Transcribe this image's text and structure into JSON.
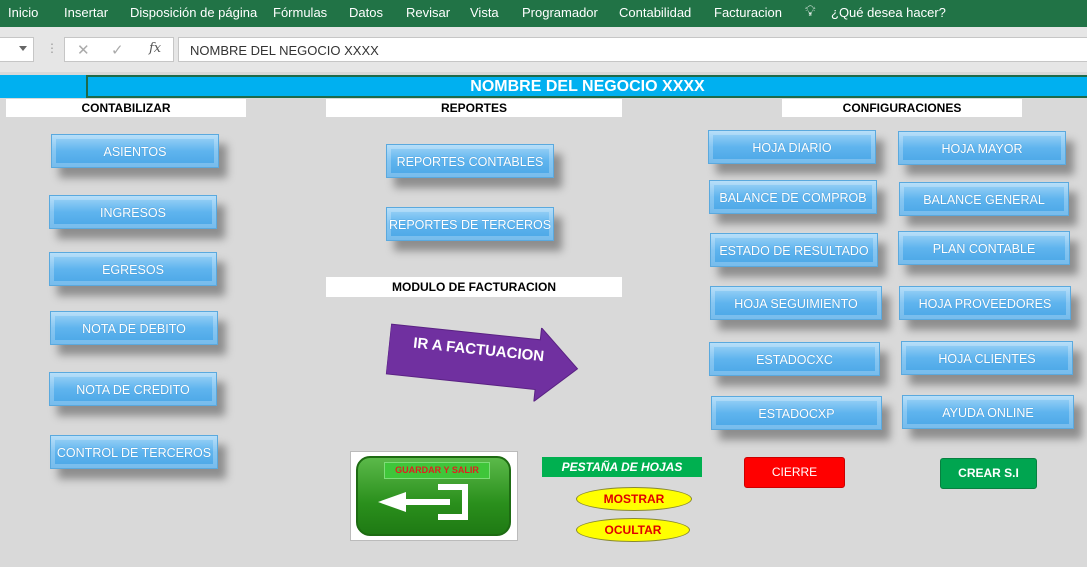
{
  "ribbon": {
    "tabs": [
      "Inicio",
      "Insertar",
      "Disposición de página",
      "Fórmulas",
      "Datos",
      "Revisar",
      "Vista",
      "Programador",
      "Contabilidad",
      "Facturacion"
    ],
    "tell_me": "¿Qué desea hacer?"
  },
  "formula_bar": {
    "cancel": "✕",
    "enter": "✓",
    "fx": "fx",
    "value": "NOMBRE DEL NEGOCIO XXXX"
  },
  "title": "NOMBRE DEL NEGOCIO XXXX",
  "sections": {
    "contabilizar": "CONTABILIZAR",
    "reportes": "REPORTES",
    "configuraciones": "CONFIGURACIONES",
    "modulo": "MODULO DE FACTURACION"
  },
  "contabilizar_buttons": [
    "ASIENTOS",
    "INGRESOS",
    "EGRESOS",
    "NOTA DE DEBITO",
    "NOTA DE CREDITO",
    "CONTROL DE TERCEROS"
  ],
  "reportes_buttons": [
    "REPORTES CONTABLES",
    "REPORTES DE TERCEROS"
  ],
  "config_col1": [
    "HOJA DIARIO",
    "BALANCE DE COMPROB",
    "ESTADO DE RESULTADO",
    "HOJA SEGUIMIENTO",
    "ESTADOCXC",
    "ESTADOCXP"
  ],
  "config_col2": [
    "HOJA MAYOR",
    "BALANCE GENERAL",
    "PLAN CONTABLE",
    "HOJA PROVEEDORES",
    "HOJA CLIENTES",
    "AYUDA ONLINE"
  ],
  "facturacion_arrow": "IR A FACTUACION",
  "guardar": "GUARDAR Y SALIR",
  "pestana": {
    "label": "PESTAÑA DE HOJAS",
    "mostrar": "MOSTRAR",
    "ocultar": "OCULTAR"
  },
  "cierre": "CIERRE",
  "crear": "CREAR S.I"
}
